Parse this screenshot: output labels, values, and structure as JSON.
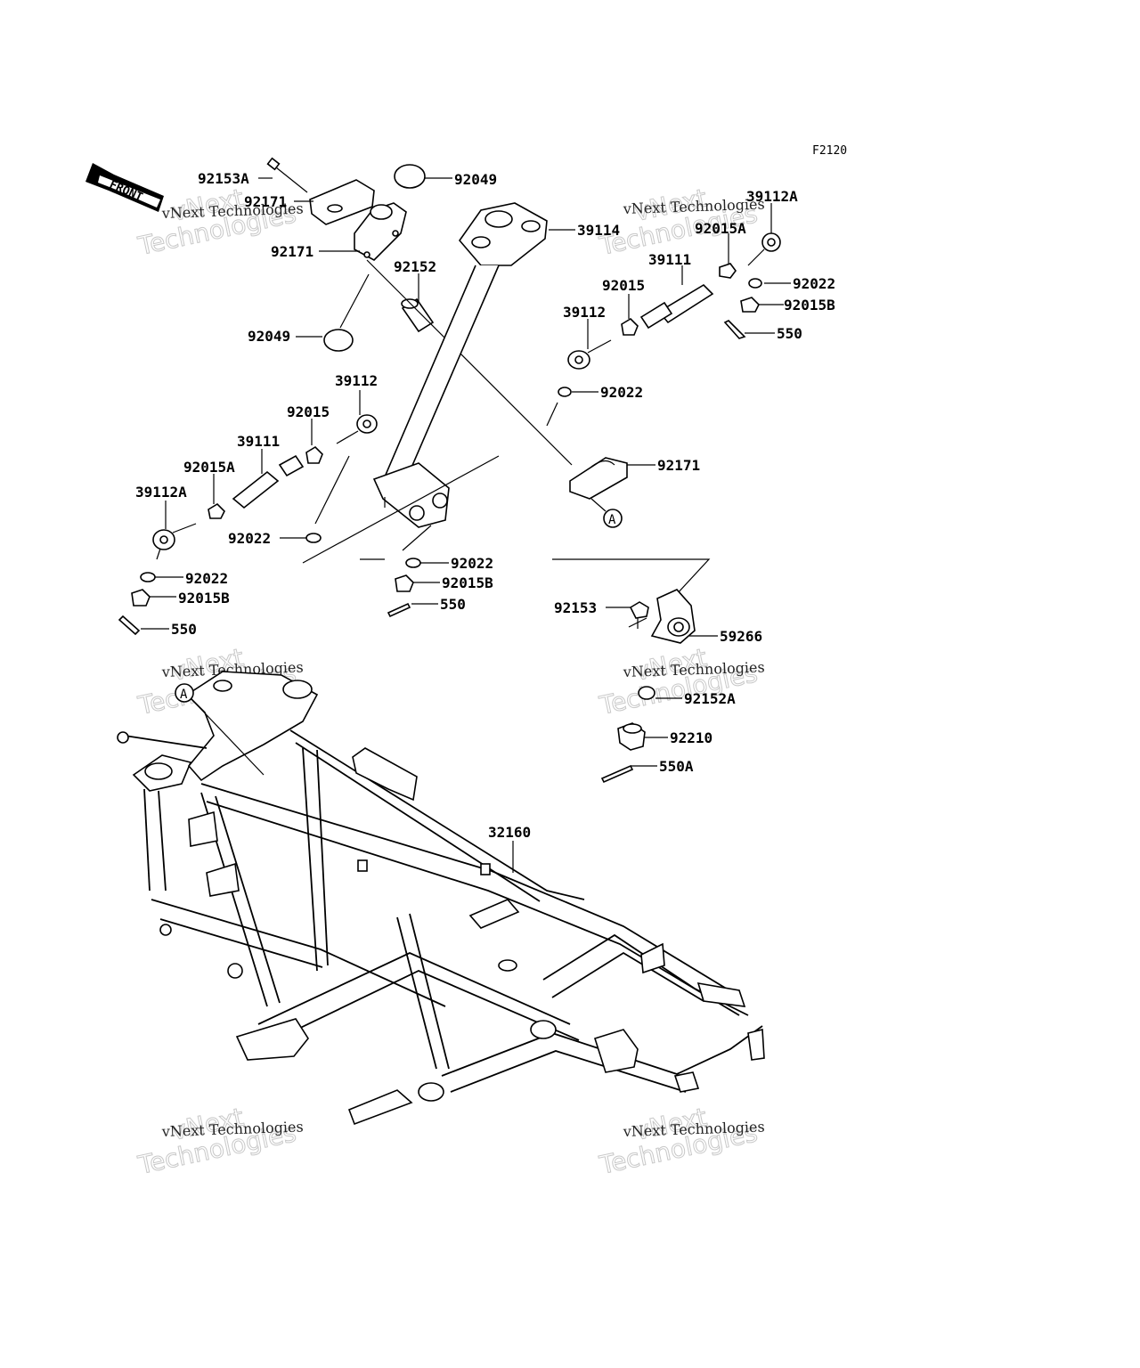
{
  "figure_code": "F2120",
  "front_label": "FRONT",
  "ref_mark": "A",
  "watermark": {
    "line1": "vNext Technologies",
    "line2": "vNext",
    "line3": "Technologies"
  },
  "labels": {
    "p92153A": "92153A",
    "p92049_top": "92049",
    "p92171_top": "92171",
    "p92171_hidden": "92171",
    "p92152": "92152",
    "p92049_low": "92049",
    "p39114": "39114",
    "p39112A_r": "39112A",
    "p92015A_r": "92015A",
    "p39111_r": "39111",
    "p92022_r1": "92022",
    "p92015B_r": "92015B",
    "p550_r": "550",
    "p92015_r": "92015",
    "p39112_r": "39112",
    "p92022_r2": "92022",
    "p92171_r": "92171",
    "p39112_l": "39112",
    "p92015_l": "92015",
    "p39111_l": "39111",
    "p92015A_l": "92015A",
    "p39112A_l": "39112A",
    "p92022_l1": "92022",
    "p92022_l2": "92022",
    "p92015B_l": "92015B",
    "p550_l": "550",
    "p92022_c": "92022",
    "p92015B_c": "92015B",
    "p550_c": "550",
    "p92153": "92153",
    "p59266": "59266",
    "p92152A": "92152A",
    "p92210": "92210",
    "p550A": "550A",
    "p32160": "32160"
  }
}
